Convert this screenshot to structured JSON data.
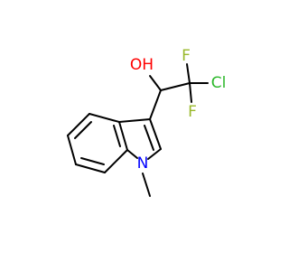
{
  "molecule": {
    "atoms": {
      "hydroxyl_oxygen": "OH",
      "fluorine_top": "F",
      "fluorine_bottom": "F",
      "chlorine": "Cl",
      "indole_nitrogen": "N"
    },
    "colors": {
      "bond": "#000000",
      "oxygen": "#ff0000",
      "fluorine": "#99b82b",
      "chlorine": "#2db82b",
      "nitrogen": "#0000ff"
    }
  }
}
